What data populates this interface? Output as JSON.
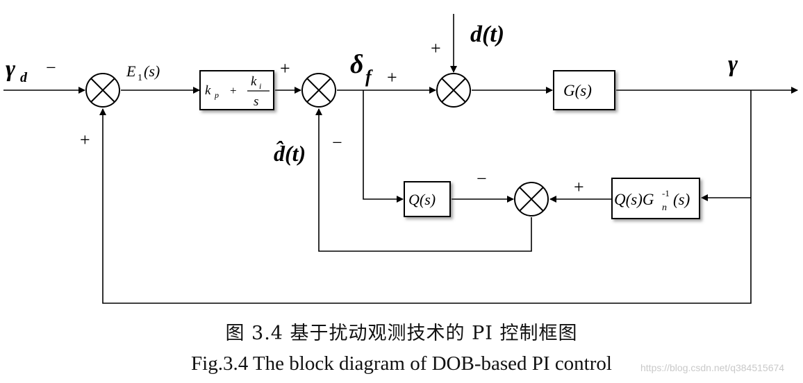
{
  "signals": {
    "reference": "γ",
    "reference_sub": "d",
    "error": "E",
    "error_sub": "1",
    "error_arg": "(s)",
    "disturbance": "d(t)",
    "delta": "δ",
    "delta_sub": "f",
    "output": "γ",
    "estimate": "d̂(t)"
  },
  "blocks": {
    "pi_kp": "k",
    "pi_kp_sub": "p",
    "pi_plus": "+",
    "pi_ki": "k",
    "pi_ki_sub": "i",
    "pi_s": "s",
    "plant": "G(s)",
    "q_filter": "Q(s)",
    "inverse_model": "Q(s)G",
    "inverse_model_sub": "n",
    "inverse_model_sup": "-1",
    "inverse_model_arg": "(s)"
  },
  "signs": {
    "sum1_minus": "−",
    "sum1_plus": "+",
    "sum2_plus": "+",
    "sum2_minus": "−",
    "sum3_plus_top": "+",
    "sum3_plus_left": "+",
    "sum4_minus": "−",
    "sum4_plus": "+"
  },
  "caption": {
    "cn": "图 3.4  基于扰动观测技术的 PI 控制框图",
    "en": "Fig.3.4 The block diagram of DOB-based PI control"
  },
  "watermark": "https://blog.csdn.net/q384515674"
}
